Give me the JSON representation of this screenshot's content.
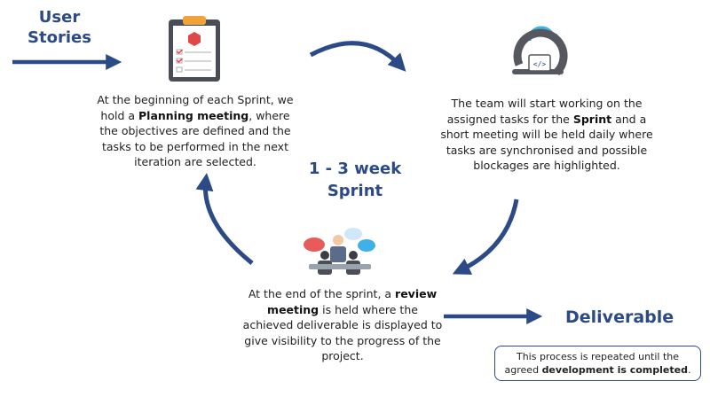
{
  "labels": {
    "user_stories": "User Stories",
    "sprint": "1 - 3  week Sprint",
    "deliverable": "Deliverable"
  },
  "planning": {
    "before": "At the beginning of each Sprint, we hold a ",
    "bold": "Planning meeting",
    "after": ", where the objectives are defined and the tasks to be performed in the next iteration are selected."
  },
  "daily": {
    "before": "The team will start working on the assigned tasks for the ",
    "bold": "Sprint",
    "after": " and a short meeting will be held daily where tasks are synchronised and possible blockages are highlighted."
  },
  "review": {
    "before": "At the end of the sprint, a ",
    "bold": "review meeting",
    "after": " is held where the achieved deliverable is displayed to give visibility to the progress of the project."
  },
  "note": {
    "before": "This process is repeated until the agreed ",
    "bold": "development is completed",
    "after": "."
  },
  "icons": {
    "planning": "clipboard-checklist-icon",
    "daily": "sprint-cycle-icon",
    "review": "meeting-people-icon"
  },
  "colors": {
    "accent": "#2b4a86",
    "text": "#1f1f1f"
  }
}
